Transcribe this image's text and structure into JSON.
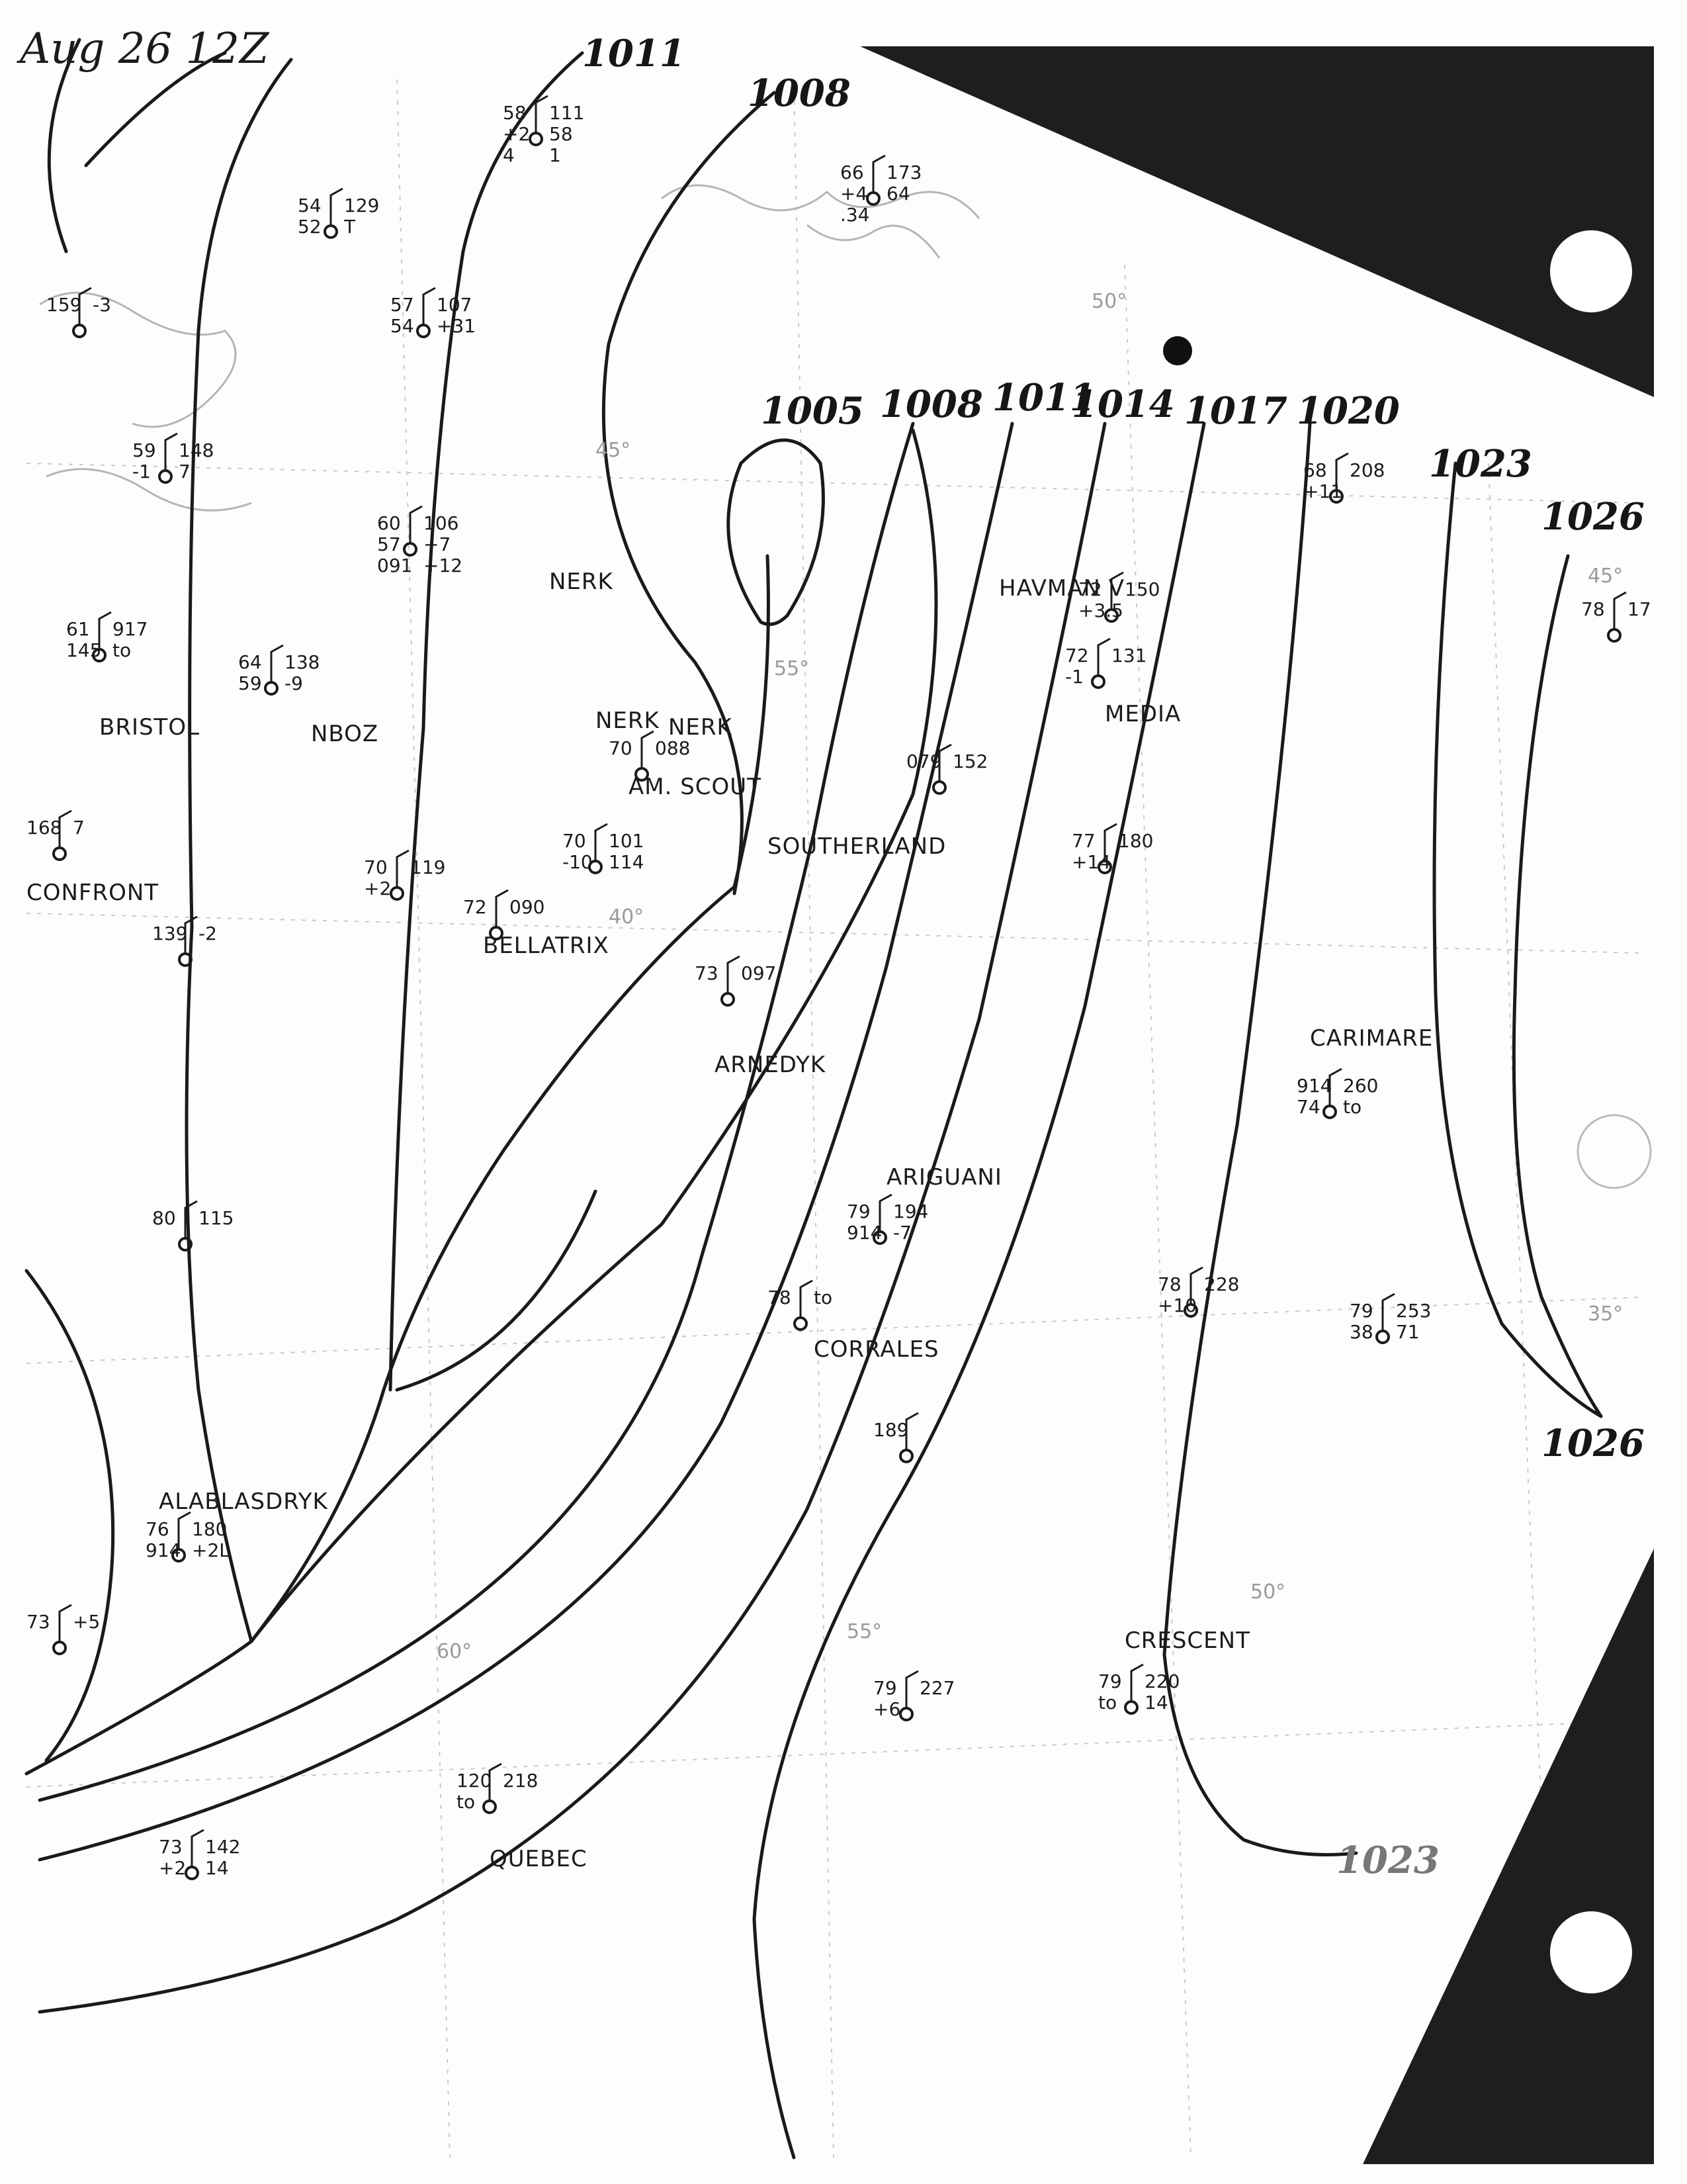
{
  "chart_title": "Aug 26 12Z",
  "isobars": [
    {
      "label": "1011",
      "kind": "upper"
    },
    {
      "label": "1008",
      "kind": "upper"
    },
    {
      "label": "1005",
      "kind": "top"
    },
    {
      "label": "1008",
      "kind": "top"
    },
    {
      "label": "1011",
      "kind": "top"
    },
    {
      "label": "1014",
      "kind": "top"
    },
    {
      "label": "1017",
      "kind": "top"
    },
    {
      "label": "1020",
      "kind": "top"
    },
    {
      "label": "1023",
      "kind": "top"
    },
    {
      "label": "1026",
      "kind": "top"
    },
    {
      "label": "1026",
      "kind": "right"
    },
    {
      "label": "1023",
      "kind": "bottom"
    }
  ],
  "latitude_marks": [
    "50°",
    "45°",
    "45°",
    "55°",
    "40°",
    "55°",
    "50°",
    "60°",
    "35°"
  ],
  "ship_names": [
    "HAVMAN V",
    "NERK",
    "NERK",
    "NERK",
    "AM. SCOUT",
    "SOUTHERLAND",
    "BELLATRIX",
    "ARNEDYK",
    "BRISTOL",
    "MEDIA",
    "CARIMARE",
    "ARIGUANI",
    "CORRALES",
    "ALABLASDRYK",
    "CRESCENT",
    "QUEBEC",
    "NBOZ",
    "CONFRONT"
  ],
  "observations": [
    {
      "id": "o1",
      "lines": [
        "58",
        "111",
        "+2",
        "58",
        "4",
        "1"
      ]
    },
    {
      "id": "o2",
      "lines": [
        "54",
        "129",
        "52",
        "T"
      ]
    },
    {
      "id": "o3",
      "lines": [
        "66",
        "173",
        "+4",
        "64",
        ".34"
      ]
    },
    {
      "id": "o4",
      "lines": [
        "57",
        "107",
        "54",
        "+31"
      ]
    },
    {
      "id": "o5",
      "lines": [
        "159",
        "-3"
      ]
    },
    {
      "id": "o6",
      "lines": [
        "59",
        "148",
        "-1",
        "7"
      ]
    },
    {
      "id": "o7",
      "lines": [
        "60",
        "106",
        "57",
        "+7",
        "091",
        "+12"
      ]
    },
    {
      "id": "o8",
      "lines": [
        "61",
        "917",
        "145",
        "to"
      ]
    },
    {
      "id": "o9",
      "lines": [
        "64",
        "138",
        "59",
        "-9"
      ]
    },
    {
      "id": "o10",
      "lines": [
        "72",
        "150",
        "+3.5"
      ]
    },
    {
      "id": "o11",
      "lines": [
        "72",
        "131",
        "-1"
      ]
    },
    {
      "id": "o12",
      "lines": [
        "68",
        "208",
        "+11"
      ]
    },
    {
      "id": "o13",
      "lines": [
        "78",
        "17"
      ]
    },
    {
      "id": "o14",
      "lines": [
        "70",
        "088"
      ]
    },
    {
      "id": "o15",
      "lines": [
        "079",
        "152"
      ]
    },
    {
      "id": "o16",
      "lines": [
        "77",
        "180",
        "+14"
      ]
    },
    {
      "id": "o17",
      "lines": [
        "168",
        "7"
      ]
    },
    {
      "id": "o18",
      "lines": [
        "70",
        "119",
        "+2"
      ]
    },
    {
      "id": "o19",
      "lines": [
        "70",
        "101",
        "-10",
        "114"
      ]
    },
    {
      "id": "o20",
      "lines": [
        "72",
        "090"
      ]
    },
    {
      "id": "o21",
      "lines": [
        "139",
        "-2"
      ]
    },
    {
      "id": "o22",
      "lines": [
        "73",
        "097"
      ]
    },
    {
      "id": "o23",
      "lines": [
        "914",
        "260",
        "74",
        "to"
      ]
    },
    {
      "id": "o24",
      "lines": [
        "80",
        "115"
      ]
    },
    {
      "id": "o25",
      "lines": [
        "79",
        "194",
        "914",
        "-7"
      ]
    },
    {
      "id": "o26",
      "lines": [
        "78",
        "to"
      ]
    },
    {
      "id": "o27",
      "lines": [
        "78",
        "228",
        "+10"
      ]
    },
    {
      "id": "o28",
      "lines": [
        "79",
        "253",
        "38",
        "71"
      ]
    },
    {
      "id": "o29",
      "lines": [
        "189"
      ]
    },
    {
      "id": "o30",
      "lines": [
        "76",
        "180",
        "914",
        "+2L"
      ]
    },
    {
      "id": "o31",
      "lines": [
        "73",
        "+5"
      ]
    },
    {
      "id": "o32",
      "lines": [
        "79",
        "227",
        "+6"
      ]
    },
    {
      "id": "o33",
      "lines": [
        "79",
        "220",
        "to",
        "14"
      ]
    },
    {
      "id": "o34",
      "lines": [
        "120",
        "218",
        "to"
      ]
    },
    {
      "id": "o35",
      "lines": [
        "73",
        "142",
        "+2",
        "14"
      ]
    }
  ]
}
